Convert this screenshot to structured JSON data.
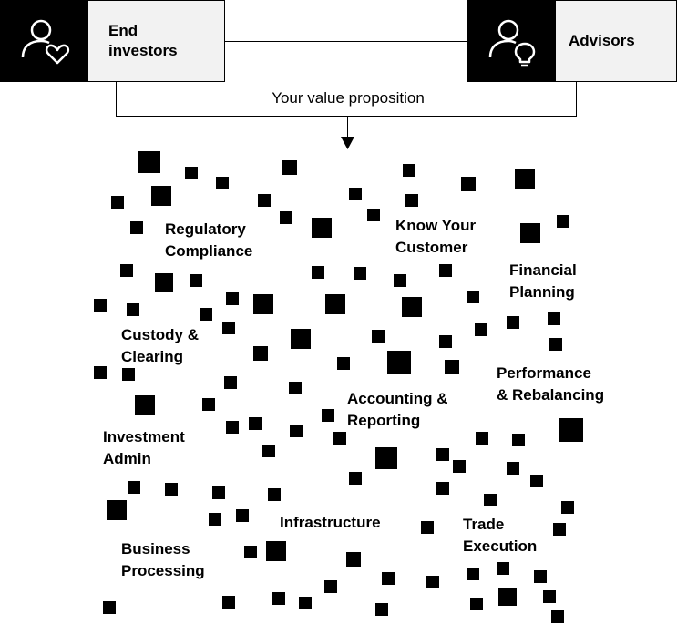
{
  "end_investors": {
    "label_line1": "End",
    "label_line2": "investors",
    "icon": "person-heart-icon"
  },
  "advisors": {
    "label": "Advisors",
    "icon": "person-lightbulb-icon"
  },
  "value_proposition": "Your value proposition",
  "categories": {
    "regulatory_compliance": [
      "Regulatory",
      "Compliance"
    ],
    "know_your_customer": [
      "Know Your",
      "Customer"
    ],
    "financial_planning": [
      "Financial",
      "Planning"
    ],
    "custody_clearing": [
      "Custody &",
      "Clearing"
    ],
    "performance_rebalancing": [
      "Performance",
      "& Rebalancing"
    ],
    "accounting_reporting": [
      "Accounting &",
      "Reporting"
    ],
    "investment_admin": [
      "Investment",
      "Admin"
    ],
    "infrastructure": [
      "Infrastructure"
    ],
    "trade_execution": [
      "Trade",
      "Execution"
    ],
    "business_processing": [
      "Business",
      "Processing"
    ]
  },
  "colors": {
    "dark": "#000000",
    "label_bg": "#f2f2f2"
  }
}
